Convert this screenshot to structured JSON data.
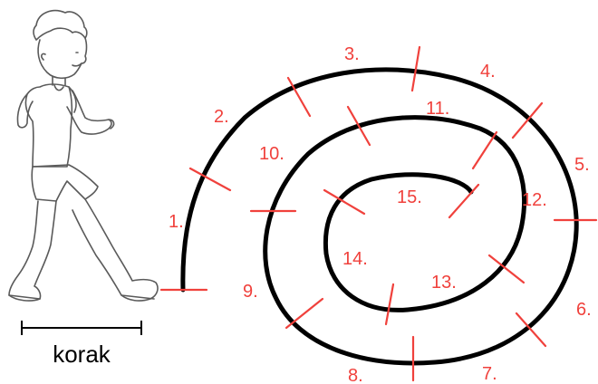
{
  "scale_label": "korak",
  "segment_labels": [
    "1.",
    "2.",
    "3.",
    "4.",
    "5.",
    "6.",
    "7.",
    "8.",
    "9.",
    "10.",
    "11.",
    "12.",
    "13.",
    "14.",
    "15."
  ],
  "colors": {
    "spiral": "#000000",
    "marks": "#f0413c",
    "numbers": "#f0413c",
    "figure": "#5a5a5a"
  },
  "figure": {
    "icon": "walking-boy-icon"
  }
}
